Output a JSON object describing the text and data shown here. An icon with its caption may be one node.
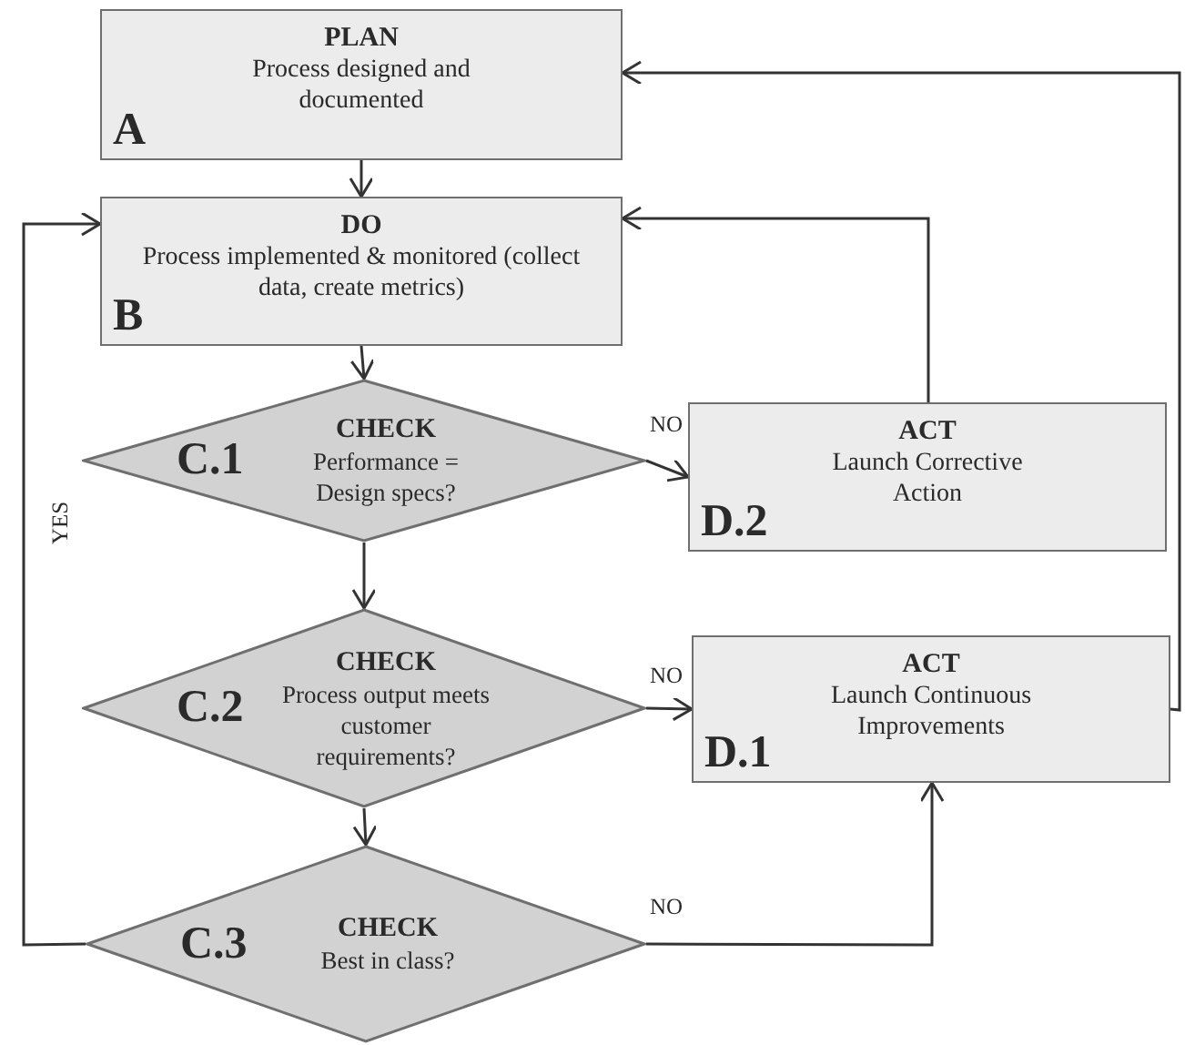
{
  "diagram": {
    "nodes": [
      {
        "text": [
          "PLAN",
          "Process designed and documented",
          "A"
        ]
      },
      {
        "text": [
          "DO",
          "Process implemented & monitored (collect data, create metrics)",
          "B"
        ]
      },
      {
        "text": [
          "C.1",
          "CHECK",
          "Performance = Design specs?"
        ]
      },
      {
        "text": [
          "ACT",
          "Launch Corrective Action",
          "D.2"
        ]
      },
      {
        "text": [
          "C.2",
          "CHECK",
          "Process output meets customer requirements?"
        ]
      },
      {
        "text": [
          "ACT",
          "Launch Continuous Improvements",
          "D.1"
        ]
      },
      {
        "text": [
          "C.3",
          "CHECK",
          "Best in class?"
        ]
      }
    ],
    "edges": [
      {
        "from": 0,
        "to": 1,
        "arrow": "to"
      },
      {
        "from": 1,
        "to": 2,
        "arrow": "to"
      },
      {
        "from": 2,
        "to": 3,
        "arrow": "to",
        "label": "NO"
      },
      {
        "from": 3,
        "to": 1,
        "arrow": "to"
      },
      {
        "from": 2,
        "to": 4,
        "arrow": "to"
      },
      {
        "from": 4,
        "to": 5,
        "arrow": "to",
        "label": "NO"
      },
      {
        "from": 4,
        "to": 6,
        "arrow": "to"
      },
      {
        "from": 6,
        "to": 5,
        "arrow": "to",
        "label": "NO"
      },
      {
        "from": 6,
        "to": 1,
        "arrow": "to",
        "label": "YES"
      },
      {
        "from": 5,
        "to": 0,
        "arrow": "to"
      }
    ]
  }
}
